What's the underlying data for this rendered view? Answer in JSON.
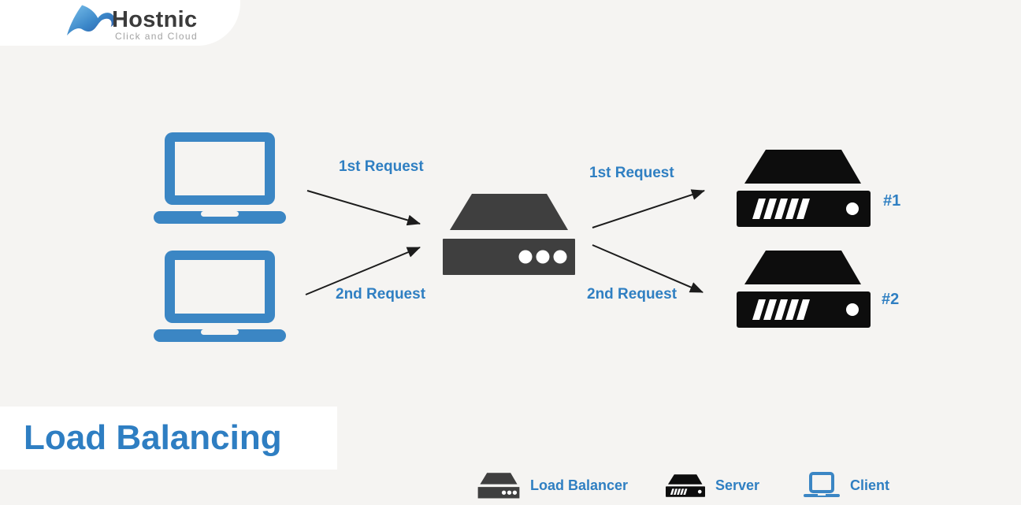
{
  "header": {
    "logo_title": "Hostnic",
    "logo_subtitle": "Click and Cloud",
    "logo_icon": "wave-icon"
  },
  "diagram": {
    "clients": [
      {
        "icon": "client-laptop-icon"
      },
      {
        "icon": "client-laptop-icon"
      }
    ],
    "load_balancer": {
      "icon": "load-balancer-icon"
    },
    "servers": [
      {
        "icon": "server-icon",
        "label": "#1"
      },
      {
        "icon": "server-icon",
        "label": "#2"
      }
    ],
    "request_labels": {
      "left_top": "1st Request",
      "left_bottom": "2nd Request",
      "right_top": "1st Request",
      "right_bottom": "2nd Request"
    }
  },
  "title": {
    "text": "Load Balancing"
  },
  "legend": {
    "items": [
      {
        "icon": "load-balancer-icon",
        "label": "Load Balancer"
      },
      {
        "icon": "server-icon",
        "label": "Server"
      },
      {
        "icon": "client-icon",
        "label": "Client"
      }
    ]
  },
  "colors": {
    "client_blue": "#3b86c4",
    "label_blue": "#2f7fc2",
    "load_balancer_gray": "#3f3f3f",
    "server_black": "#0d0d0d",
    "arrow_black": "#1c1c1c",
    "background": "#f5f4f2",
    "panel_white": "#ffffff"
  }
}
